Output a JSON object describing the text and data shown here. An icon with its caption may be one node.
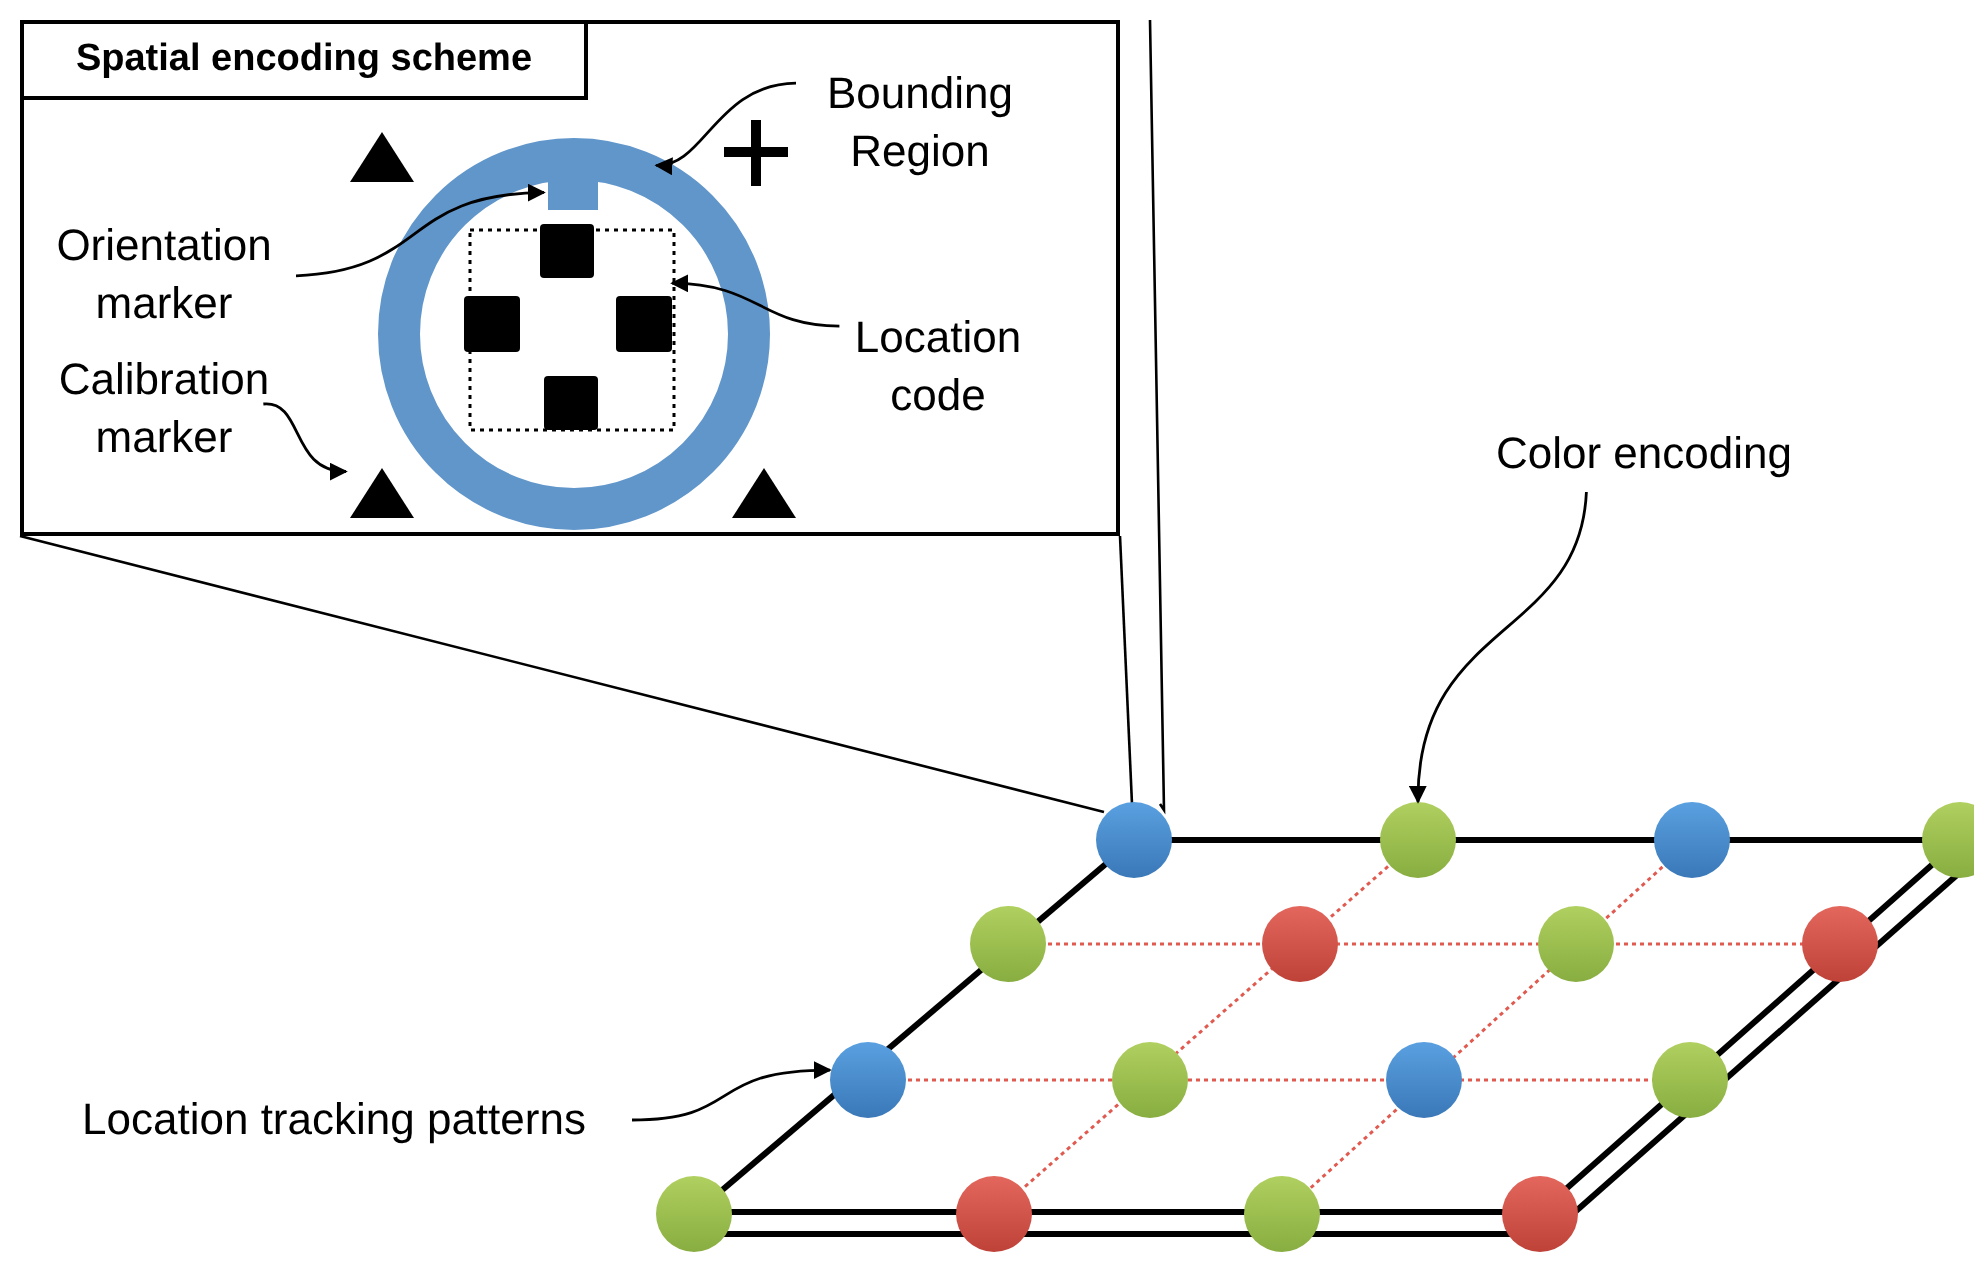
{
  "diagram": {
    "nodes": [
      {
        "text": [
          "Spatial encoding scheme"
        ]
      },
      {
        "text": [
          "Bounding Region"
        ],
        "in": 0
      },
      {
        "text": [],
        "shape": "circle",
        "in": 0
      },
      {
        "text": [
          "Orientation marker"
        ],
        "in": 0
      },
      {
        "text": [],
        "shape": "box",
        "in": 2
      },
      {
        "text": [
          "Location code"
        ],
        "in": 0
      },
      {
        "text": [],
        "shape": "box",
        "in": 2
      },
      {
        "text": [
          "Calibration marker"
        ],
        "in": 0
      },
      {
        "text": [],
        "shape": "triangle",
        "in": 0
      },
      {
        "text": [],
        "shape": "triangle",
        "in": 0
      },
      {
        "text": [],
        "shape": "triangle",
        "in": 0
      },
      {
        "text": [
          "Color encoding"
        ]
      },
      {
        "text": [
          "Location tracking patterns"
        ]
      },
      {
        "text": [],
        "shape": "circle"
      },
      {
        "text": [],
        "shape": "circle"
      }
    ],
    "edges": [
      {
        "from": 1,
        "to": 2,
        "arrow": "to"
      },
      {
        "from": 3,
        "to": 4,
        "arrow": "to"
      },
      {
        "from": 5,
        "to": 6,
        "arrow": "to"
      },
      {
        "from": 7,
        "to": 9,
        "arrow": "to"
      },
      {
        "from": 11,
        "to": 13,
        "arrow": "to"
      },
      {
        "from": 12,
        "to": 14,
        "arrow": "to"
      }
    ]
  }
}
